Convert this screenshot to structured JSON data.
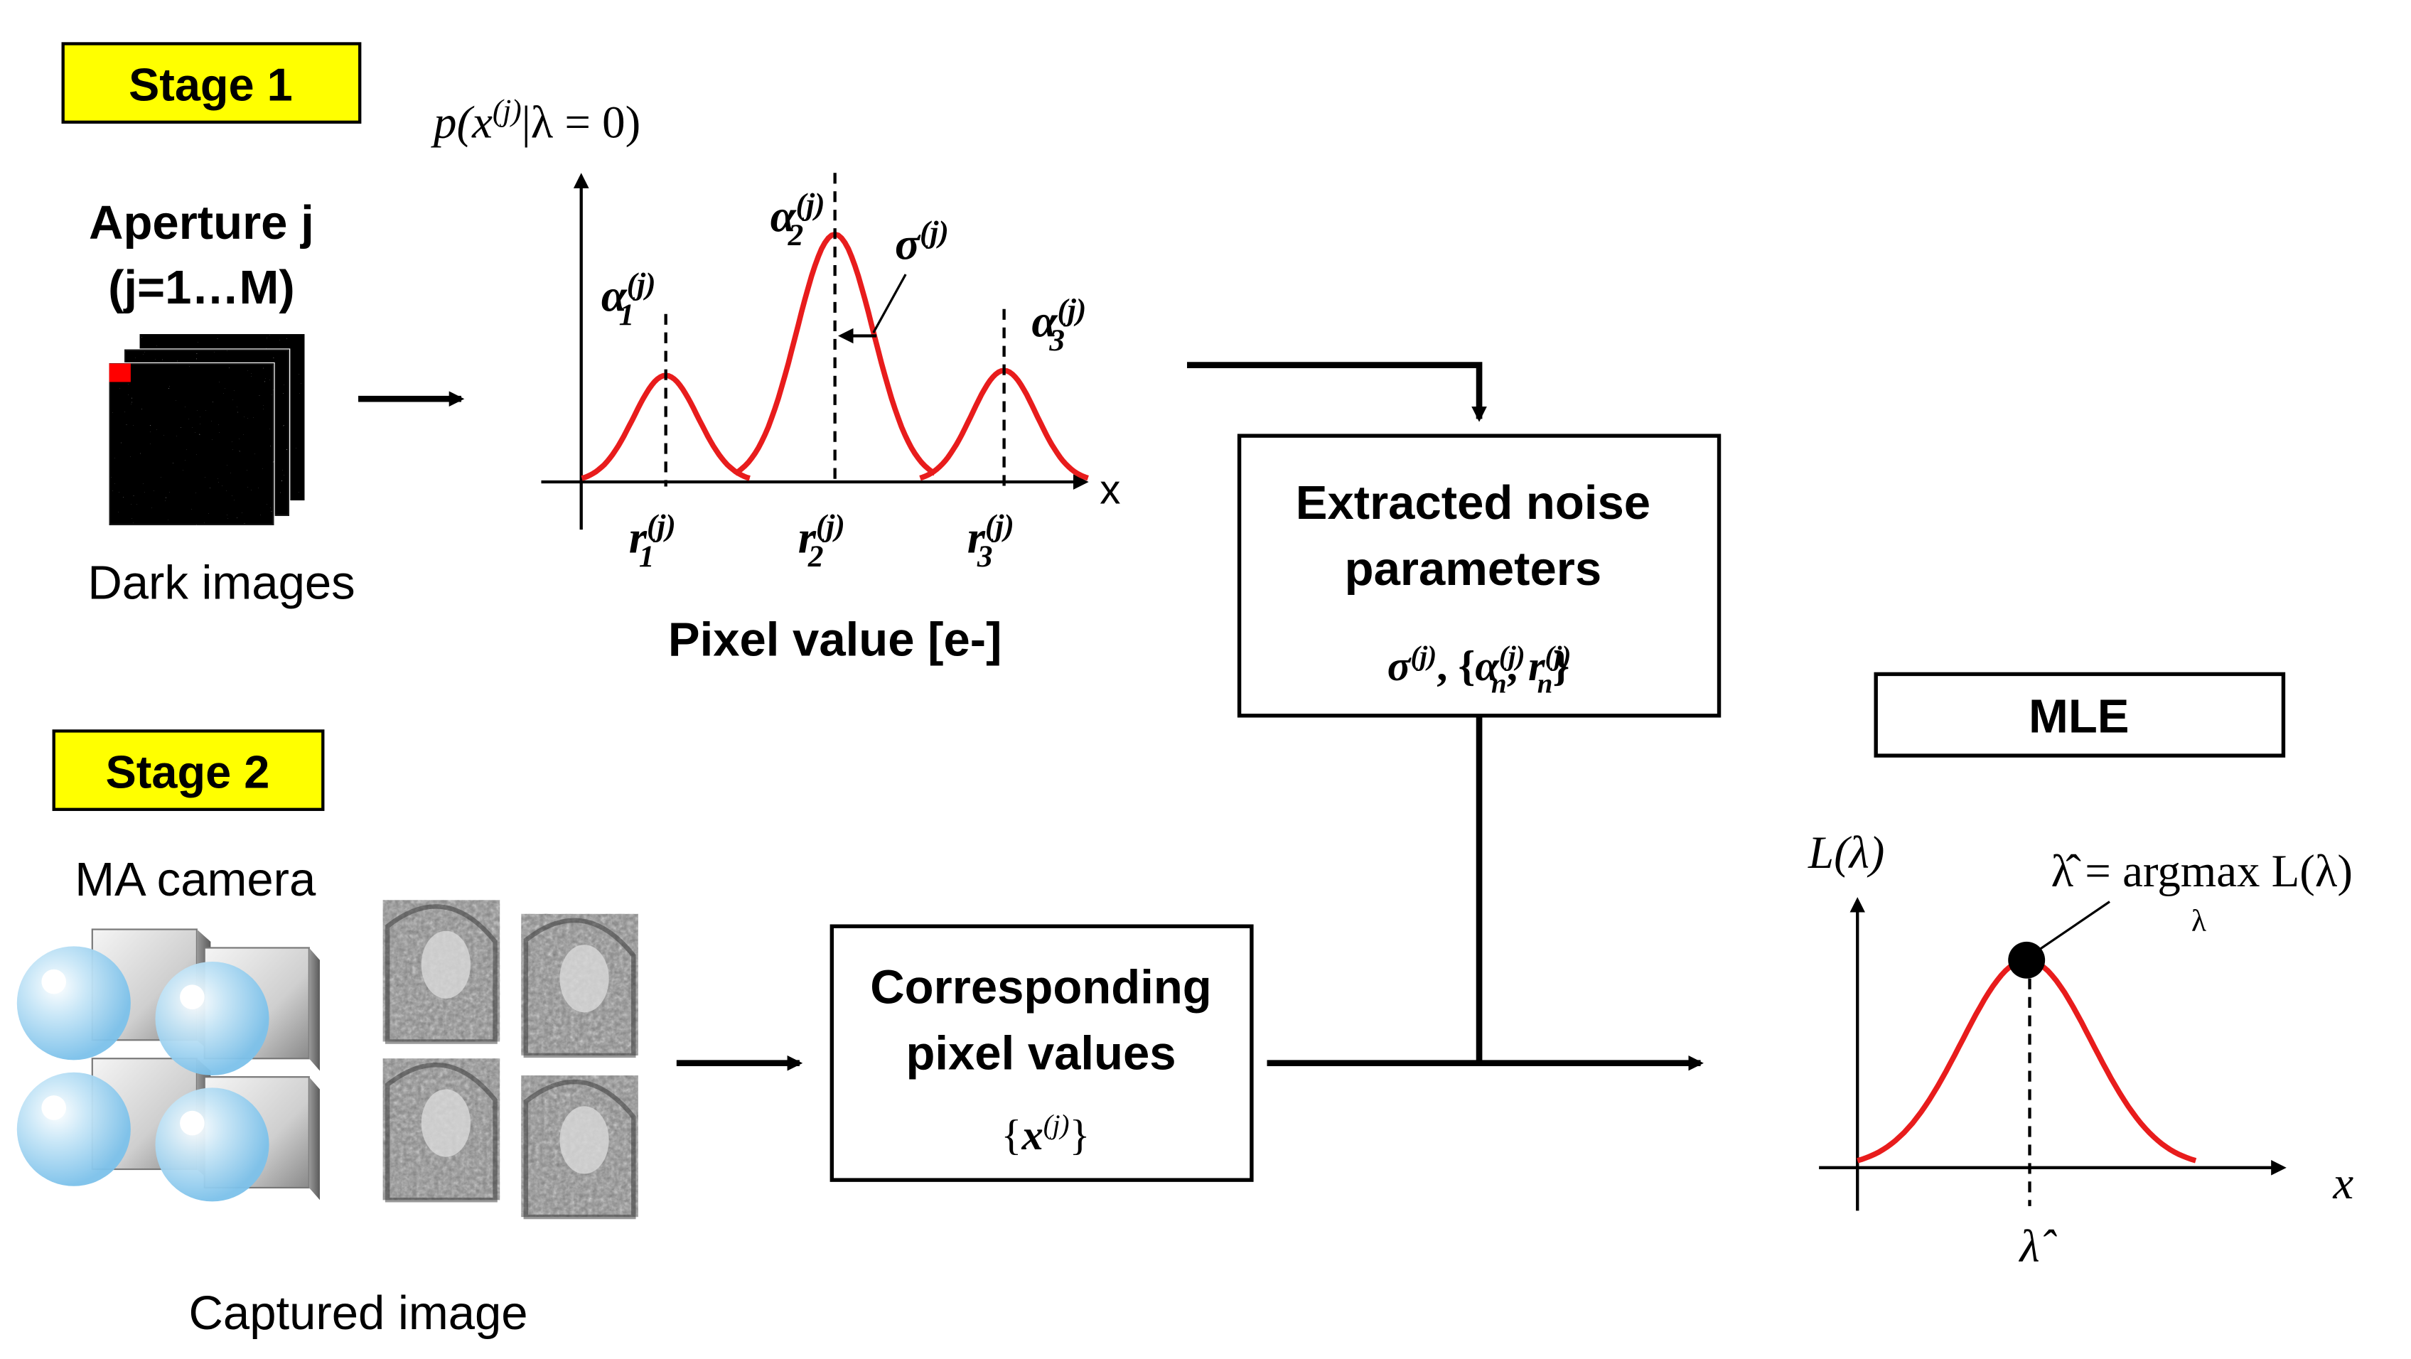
{
  "stage1": {
    "label": "Stage 1",
    "aperture_title": "Aperture j",
    "aperture_range": "(j=1…M)",
    "dark_images_label": "Dark images",
    "plot": {
      "y_label": "p(x(j)|λ = 0)",
      "x_axis_label": "x",
      "xlabel": "Pixel value [e-]",
      "peaks": [
        {
          "name": "α1(j)",
          "position_name": "r1(j)",
          "pos": 1,
          "height": 0.43,
          "width": 0.42
        },
        {
          "name": "α2(j)",
          "position_name": "r2(j)",
          "pos": 2,
          "height": 1.0,
          "width": 0.5
        },
        {
          "name": "α3(j)",
          "position_name": "r3(j)",
          "pos": 3,
          "height": 0.45,
          "width": 0.42
        }
      ],
      "sigma_label": "σ(j)",
      "curve_color": "#e81c1c"
    }
  },
  "noise_box": {
    "line1": "Extracted noise",
    "line2": "parameters",
    "formula": "σ(j), {αn(j), rn(j)}"
  },
  "stage2": {
    "label": "Stage 2",
    "camera_label": "MA camera",
    "captured_label": "Captured image"
  },
  "pixel_box": {
    "line1": "Corresponding",
    "line2": "pixel values",
    "formula": "{x(j)}"
  },
  "mle": {
    "title": "MLE",
    "y_label": "L(λ)",
    "x_axis_label": "x",
    "estimate_label": "λ̂",
    "formula": "λ̂ = argmax L(λ)",
    "formula_sub": "λ",
    "curve_color": "#e81c1c"
  },
  "colors": {
    "stage_label_fill": "#ffff00",
    "curve": "#e81c1c",
    "aperture_marker": "#ff0000"
  }
}
